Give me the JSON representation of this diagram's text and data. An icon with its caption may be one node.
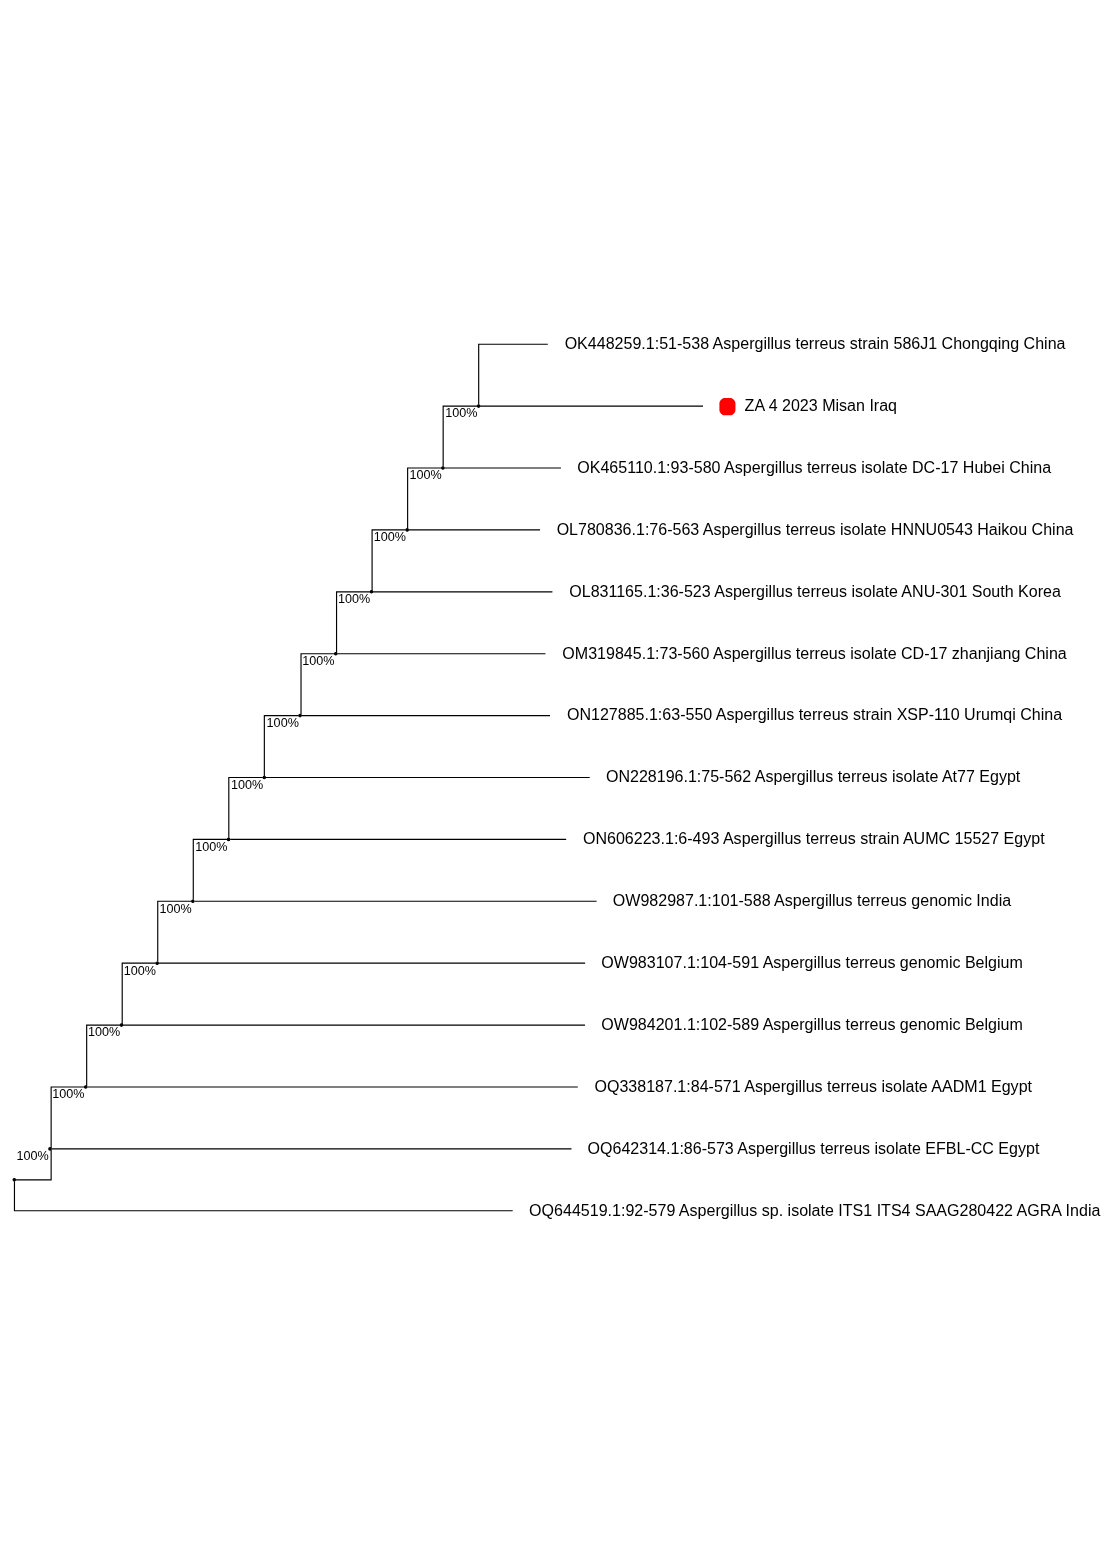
{
  "diagram": {
    "nodes": [
      {
        "text": [],
        "shape": "point"
      },
      {
        "text": [],
        "shape": "point",
        "beside": [
          "100%"
        ]
      },
      {
        "text": [],
        "shape": "point",
        "beside": [
          "100%"
        ]
      },
      {
        "text": [],
        "shape": "point",
        "beside": [
          "100%"
        ]
      },
      {
        "text": [],
        "shape": "point",
        "beside": [
          "100%"
        ]
      },
      {
        "text": [],
        "shape": "point",
        "beside": [
          "100%"
        ]
      },
      {
        "text": [],
        "shape": "point",
        "beside": [
          "100%"
        ]
      },
      {
        "text": [],
        "shape": "point",
        "beside": [
          "100%"
        ]
      },
      {
        "text": [],
        "shape": "point",
        "beside": [
          "100%"
        ]
      },
      {
        "text": [],
        "shape": "point",
        "beside": [
          "100%"
        ]
      },
      {
        "text": [],
        "shape": "point",
        "beside": [
          "100%"
        ]
      },
      {
        "text": [],
        "shape": "point",
        "beside": [
          "100%"
        ]
      },
      {
        "text": [],
        "shape": "point",
        "beside": [
          "100%"
        ]
      },
      {
        "text": [],
        "shape": "point",
        "beside": [
          "100%"
        ]
      },
      {
        "text": [
          "OK448259.1:51-538 Aspergillus terreus strain 586J1 Chongqing China"
        ]
      },
      {
        "text": [
          "ZA 4 2023 Misan Iraq"
        ]
      },
      {
        "text": [
          "OK465110.1:93-580 Aspergillus terreus isolate DC-17 Hubei China"
        ]
      },
      {
        "text": [
          "OL780836.1:76-563 Aspergillus terreus isolate HNNU0543 Haikou China"
        ]
      },
      {
        "text": [
          "OL831165.1:36-523 Aspergillus terreus isolate ANU-301 South Korea"
        ]
      },
      {
        "text": [
          "OM319845.1:73-560 Aspergillus terreus isolate CD-17 zhanjiang China"
        ]
      },
      {
        "text": [
          "ON127885.1:63-550 Aspergillus terreus strain XSP-110 Urumqi China"
        ]
      },
      {
        "text": [
          "ON228196.1:75-562 Aspergillus terreus isolate At77 Egypt"
        ]
      },
      {
        "text": [
          "ON606223.1:6-493 Aspergillus terreus strain AUMC 15527 Egypt"
        ]
      },
      {
        "text": [
          "OW982987.1:101-588 Aspergillus terreus genomic India"
        ]
      },
      {
        "text": [
          "OW983107.1:104-591 Aspergillus terreus genomic Belgium"
        ]
      },
      {
        "text": [
          "OW984201.1:102-589 Aspergillus terreus genomic Belgium"
        ]
      },
      {
        "text": [
          "OQ338187.1:84-571 Aspergillus terreus isolate AADM1 Egypt"
        ]
      },
      {
        "text": [
          "OQ642314.1:86-573 Aspergillus terreus isolate EFBL-CC Egypt"
        ]
      },
      {
        "text": [
          "OQ644519.1:92-579 Aspergillus sp. isolate ITS1 ITS4 SAAG280422 AGRA India"
        ]
      }
    ],
    "edges": [
      {
        "from": 0,
        "to": 1,
        "arrow": "none"
      },
      {
        "from": 0,
        "to": 28,
        "arrow": "none"
      },
      {
        "from": 1,
        "to": 2,
        "arrow": "none"
      },
      {
        "from": 1,
        "to": 27,
        "arrow": "none"
      },
      {
        "from": 2,
        "to": 3,
        "arrow": "none"
      },
      {
        "from": 2,
        "to": 26,
        "arrow": "none"
      },
      {
        "from": 3,
        "to": 4,
        "arrow": "none"
      },
      {
        "from": 3,
        "to": 25,
        "arrow": "none"
      },
      {
        "from": 4,
        "to": 5,
        "arrow": "none"
      },
      {
        "from": 4,
        "to": 24,
        "arrow": "none"
      },
      {
        "from": 5,
        "to": 6,
        "arrow": "none"
      },
      {
        "from": 5,
        "to": 23,
        "arrow": "none"
      },
      {
        "from": 6,
        "to": 7,
        "arrow": "none"
      },
      {
        "from": 6,
        "to": 22,
        "arrow": "none"
      },
      {
        "from": 7,
        "to": 8,
        "arrow": "none"
      },
      {
        "from": 7,
        "to": 21,
        "arrow": "none"
      },
      {
        "from": 8,
        "to": 9,
        "arrow": "none"
      },
      {
        "from": 8,
        "to": 20,
        "arrow": "none"
      },
      {
        "from": 9,
        "to": 10,
        "arrow": "none"
      },
      {
        "from": 9,
        "to": 19,
        "arrow": "none"
      },
      {
        "from": 10,
        "to": 11,
        "arrow": "none"
      },
      {
        "from": 10,
        "to": 18,
        "arrow": "none"
      },
      {
        "from": 11,
        "to": 12,
        "arrow": "none"
      },
      {
        "from": 11,
        "to": 17,
        "arrow": "none"
      },
      {
        "from": 12,
        "to": 13,
        "arrow": "none"
      },
      {
        "from": 12,
        "to": 16,
        "arrow": "none"
      },
      {
        "from": 13,
        "to": 14,
        "arrow": "none"
      },
      {
        "from": 13,
        "to": 15,
        "arrow": "none"
      }
    ]
  }
}
